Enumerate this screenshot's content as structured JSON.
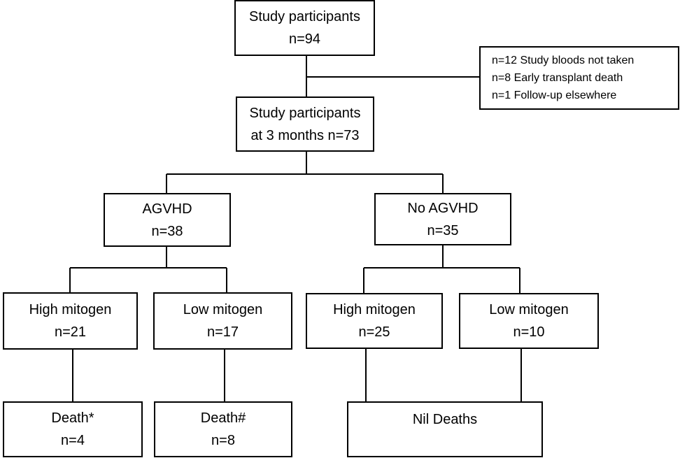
{
  "study": {
    "title": "Study participants",
    "count": "n=94"
  },
  "exclusions": [
    "n=12 Study bloods not taken",
    "n=8 Early transplant death",
    "n=1 Follow-up elsewhere"
  ],
  "three_months": {
    "line1": "Study participants",
    "line2": "at 3 months n=73"
  },
  "agvhd": {
    "title": "AGVHD",
    "count": "n=38"
  },
  "no_agvhd": {
    "title": "No AGVHD",
    "count": "n=35"
  },
  "agvhd_high": {
    "title": "High mitogen",
    "count": "n=21"
  },
  "agvhd_low": {
    "title": "Low mitogen",
    "count": "n=17"
  },
  "no_agvhd_high": {
    "title": "High mitogen",
    "count": "n=25"
  },
  "no_agvhd_low": {
    "title": "Low mitogen",
    "count": "n=10"
  },
  "death_star": {
    "title": "Death*",
    "count": "n=4"
  },
  "death_hash": {
    "title": "Death#",
    "count": "n=8"
  },
  "nil_deaths": {
    "title": "Nil Deaths"
  }
}
